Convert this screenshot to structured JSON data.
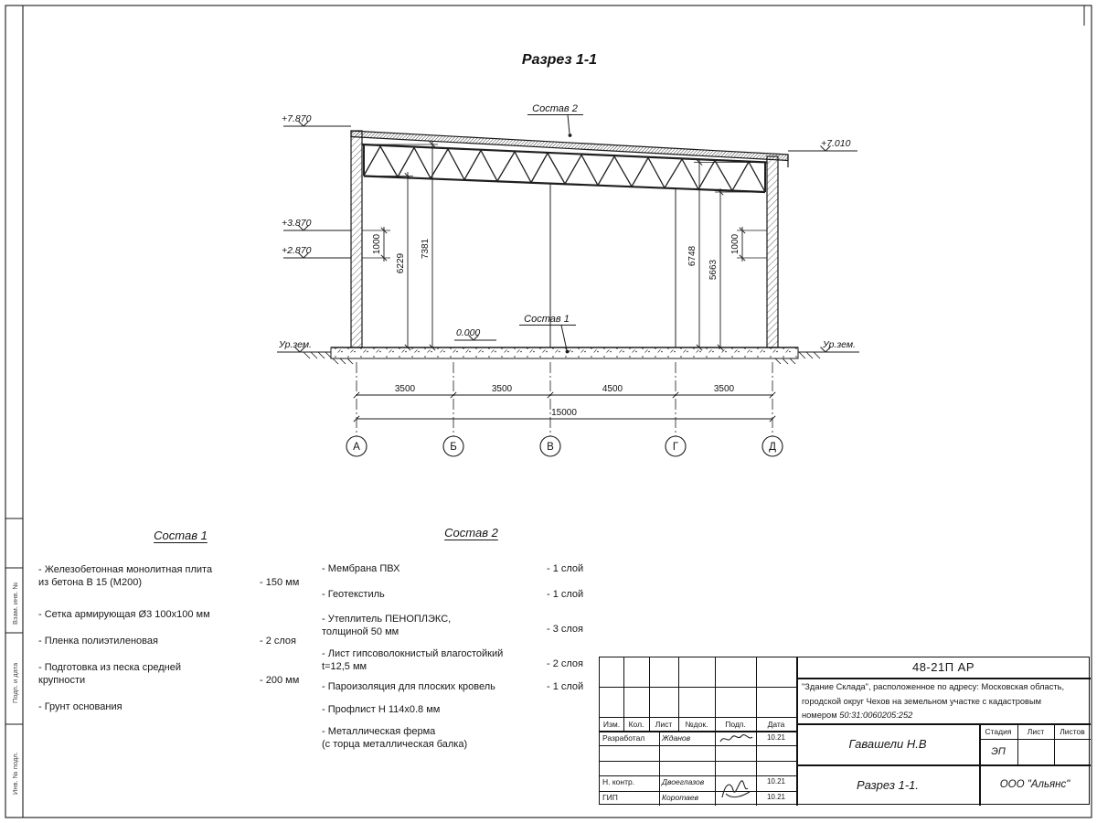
{
  "sheet": {
    "title": "Разрез 1-1"
  },
  "drawing": {
    "elevations": {
      "roof_left": "+7.870",
      "roof_right": "+7.010",
      "mid_upper": "+3.870",
      "mid_lower": "+2.870",
      "zero": "0.000",
      "ground": "Ур.зем."
    },
    "callouts": {
      "sostav1": "Состав 1",
      "sostav2": "Состав 2"
    },
    "dims": {
      "left": [
        "1000",
        "6229",
        "7381"
      ],
      "right": [
        "6748",
        "5663",
        "1000"
      ],
      "bottom": [
        "3500",
        "3500",
        "4500",
        "3500"
      ],
      "total": "15000"
    },
    "axes": [
      "А",
      "Б",
      "В",
      "Г",
      "Д"
    ]
  },
  "composition1": {
    "heading": "Состав 1",
    "items": [
      {
        "text": "- Железобетонная  монолитная плита\nиз бетона В 15 (М200)",
        "value": "- 150 мм"
      },
      {
        "text": "- Сетка армирующая Ø3 100х100 мм",
        "value": ""
      },
      {
        "text": "- Пленка полиэтиленовая",
        "value": "- 2 слоя"
      },
      {
        "text": "- Подготовка из песка средней\nкрупности",
        "value": "- 200 мм"
      },
      {
        "text": "- Грунт основания",
        "value": ""
      }
    ]
  },
  "composition2": {
    "heading": "Состав 2",
    "items": [
      {
        "text": "- Мембрана ПВХ",
        "value": "- 1 слой"
      },
      {
        "text": "- Геотекстиль",
        "value": "- 1 слой"
      },
      {
        "text": "- Утеплитель ПЕНОПЛЭКС,\nтолщиной 50 мм",
        "value": "- 3 слоя"
      },
      {
        "text": "- Лист гипсоволокнистый влагостойкий\nt=12,5 мм",
        "value": "- 2 слоя"
      },
      {
        "text": "- Пароизоляция для плоских кровель",
        "value": "- 1 слой"
      },
      {
        "text": "- Профлист Н 114х0.8 мм",
        "value": ""
      },
      {
        "text": "- Металлическая ферма\n(с торца металлическая балка)",
        "value": ""
      }
    ]
  },
  "titleblock": {
    "doc_number": "48-21П АР",
    "project_line1": "\"Здание Склада\", расположенное по адресу: Московская область,",
    "project_line2": "городской округ Чехов на земельном участке с кадастровым",
    "project_line3_prefix": "номером ",
    "cadastral": "50:31:0060205:252",
    "cols": [
      "Изм.",
      "Кол.",
      "Лист",
      "№док.",
      "Подп.",
      "Дата"
    ],
    "row_developer": {
      "role": "Разработал",
      "name": "Жданов",
      "date": "10.21"
    },
    "row_ncontrol": {
      "role": "Н. контр.",
      "name": "Двоеглазов",
      "date": "10.21"
    },
    "row_gip": {
      "role": "ГИП",
      "name": "Коротаев",
      "date": "10.21"
    },
    "chief": "Гавашели Н.В",
    "stage_label": "Стадия",
    "sheet_label": "Лист",
    "sheets_label": "Листов",
    "stage_value": "ЭП",
    "drawing_title": "Разрез 1-1.",
    "company": "ООО \"Альянс\""
  },
  "side_stamp": {
    "cell1": "Взам. инв. №",
    "cell2": "Подп. и дата",
    "cell3": "Инв. № подл."
  }
}
